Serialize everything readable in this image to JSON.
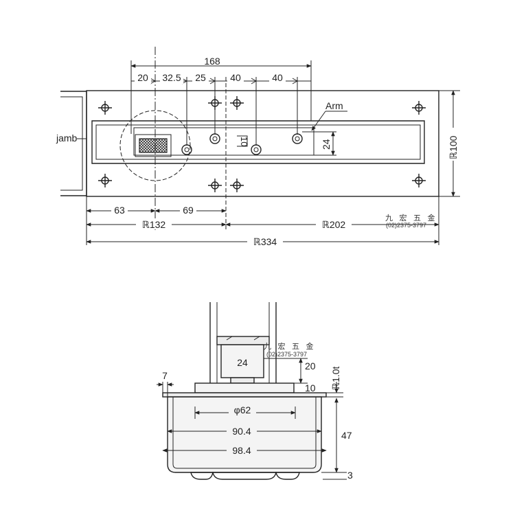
{
  "top_view": {
    "label_jamb": "jamb",
    "label_arm": "Arm",
    "dim_overall_top": "168",
    "dim_segments": [
      "20",
      "32.5",
      "25",
      "40",
      "40"
    ],
    "dim_height": "ℝ100",
    "dim_slot_height": "24",
    "dim_offset": "10",
    "dim_63": "63",
    "dim_69": "69",
    "dim_132": "ℝ132",
    "dim_202": "ℝ202",
    "dim_334": "ℝ334"
  },
  "side_view": {
    "dim_24": "24",
    "dim_20": "20",
    "dim_10": "10",
    "dim_7": "7",
    "dim_thickness": "ℝ1.0t",
    "dim_phi62": "φ62",
    "dim_90_4": "90.4",
    "dim_98_4": "98.4",
    "dim_47": "47",
    "dim_3": "3"
  },
  "watermark": {
    "name": "九 宏 五 金",
    "phone": "(02)2375-3797"
  }
}
